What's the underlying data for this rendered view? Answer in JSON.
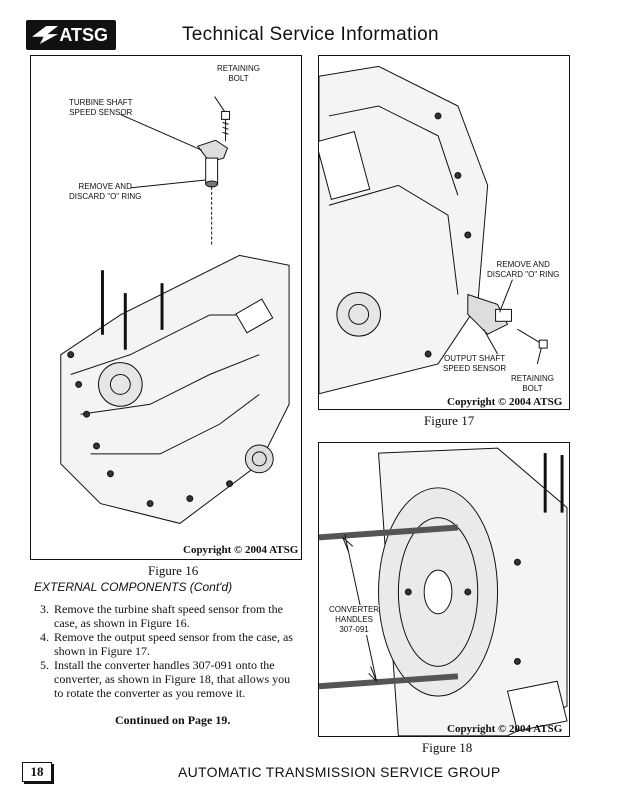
{
  "header": {
    "logo_text": "ATSG",
    "title": "Technical Service Information"
  },
  "figure16": {
    "callouts": {
      "retaining_bolt": "RETAINING\nBOLT",
      "turbine_sensor": "TURBINE SHAFT\nSPEED SENSOR",
      "o_ring": "REMOVE AND\nDISCARD \"O\" RING"
    },
    "copyright": "Copyright © 2004 ATSG",
    "caption": "Figure 16"
  },
  "figure17": {
    "callouts": {
      "o_ring": "REMOVE AND\nDISCARD \"O\" RING",
      "output_sensor": "OUTPUT SHAFT\nSPEED SENSOR",
      "retaining_bolt": "RETAINING\nBOLT"
    },
    "copyright": "Copyright © 2004 ATSG",
    "caption": "Figure 17"
  },
  "figure18": {
    "callouts": {
      "converter_handles": "CONVERTER\nHANDLES\n307-091"
    },
    "copyright": "Copyright © 2004 ATSG",
    "caption": "Figure 18"
  },
  "body": {
    "section_title": "EXTERNAL COMPONENTS (Cont'd)",
    "steps": [
      {
        "num": "3.",
        "text": "Remove the turbine shaft speed sensor from the case, as shown in Figure 16."
      },
      {
        "num": "4.",
        "text": "Remove the output speed sensor from the case, as shown in Figure 17."
      },
      {
        "num": "5.",
        "text": "Install the converter handles 307-091 onto the converter, as shown in Figure 18, that allows you to rotate the converter as you remove it."
      }
    ],
    "continued": "Continued on Page 19."
  },
  "footer": {
    "page_number": "18",
    "text": "AUTOMATIC TRANSMISSION SERVICE GROUP"
  }
}
